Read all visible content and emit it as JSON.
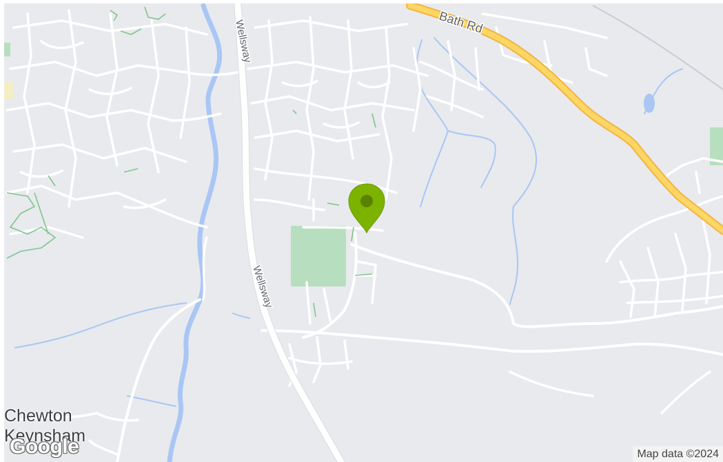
{
  "map": {
    "colors": {
      "background": "#e8eaed",
      "road": "#ffffff",
      "major_road": "#fdd663",
      "major_road_casing": "#f2b441",
      "water": "#a9c6f5",
      "park": "#b7dfbf",
      "marker": "#7cb200",
      "marker_dot": "#5a8100"
    },
    "roads": {
      "bath_rd": "Bath Rd",
      "wellsway_north": "Wellsway",
      "wellsway_south": "Wellsway"
    },
    "places": {
      "chewton": "Chewton",
      "keynsham": "Keynsham"
    },
    "marker": {
      "icon": "location-pin-icon"
    },
    "logo": "Google",
    "attribution": "Map data ©2024"
  }
}
